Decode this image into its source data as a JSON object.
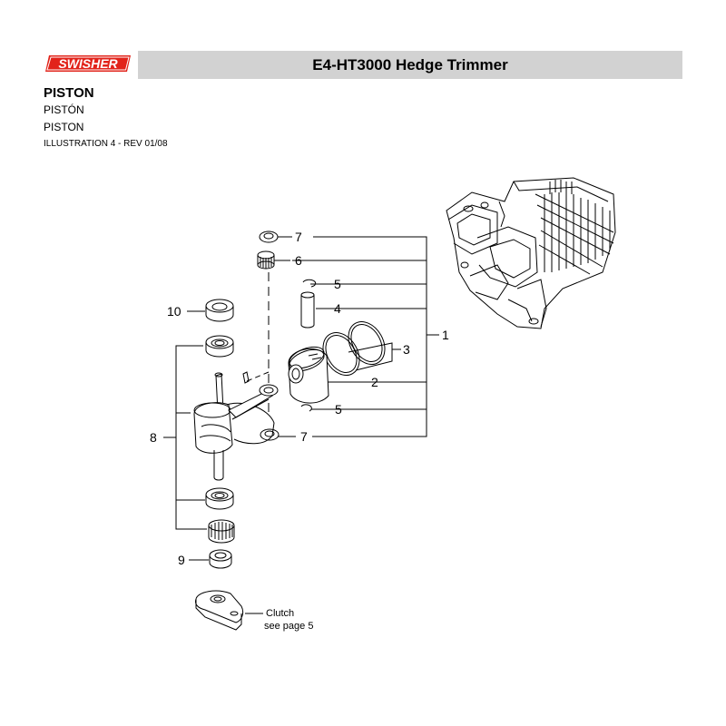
{
  "header": {
    "brand": "SWISHER",
    "title": "E4-HT3000 Hedge Trimmer"
  },
  "section": {
    "title": "PISTON",
    "subtitle_es": "PISTÓN",
    "subtitle_fr": "PISTON",
    "illustration": "ILLUSTRATION 4 - REV 01/08"
  },
  "callouts": {
    "c1": "1",
    "c2": "2",
    "c3": "3",
    "c4": "4",
    "c5a": "5",
    "c5b": "5",
    "c6": "6",
    "c7a": "7",
    "c7b": "7",
    "c8": "8",
    "c9": "9",
    "c10": "10"
  },
  "note": {
    "line1": "Clutch",
    "line2": "see page 5"
  },
  "colors": {
    "brand_red": "#e2231a",
    "header_bg": "#d2d2d2"
  }
}
